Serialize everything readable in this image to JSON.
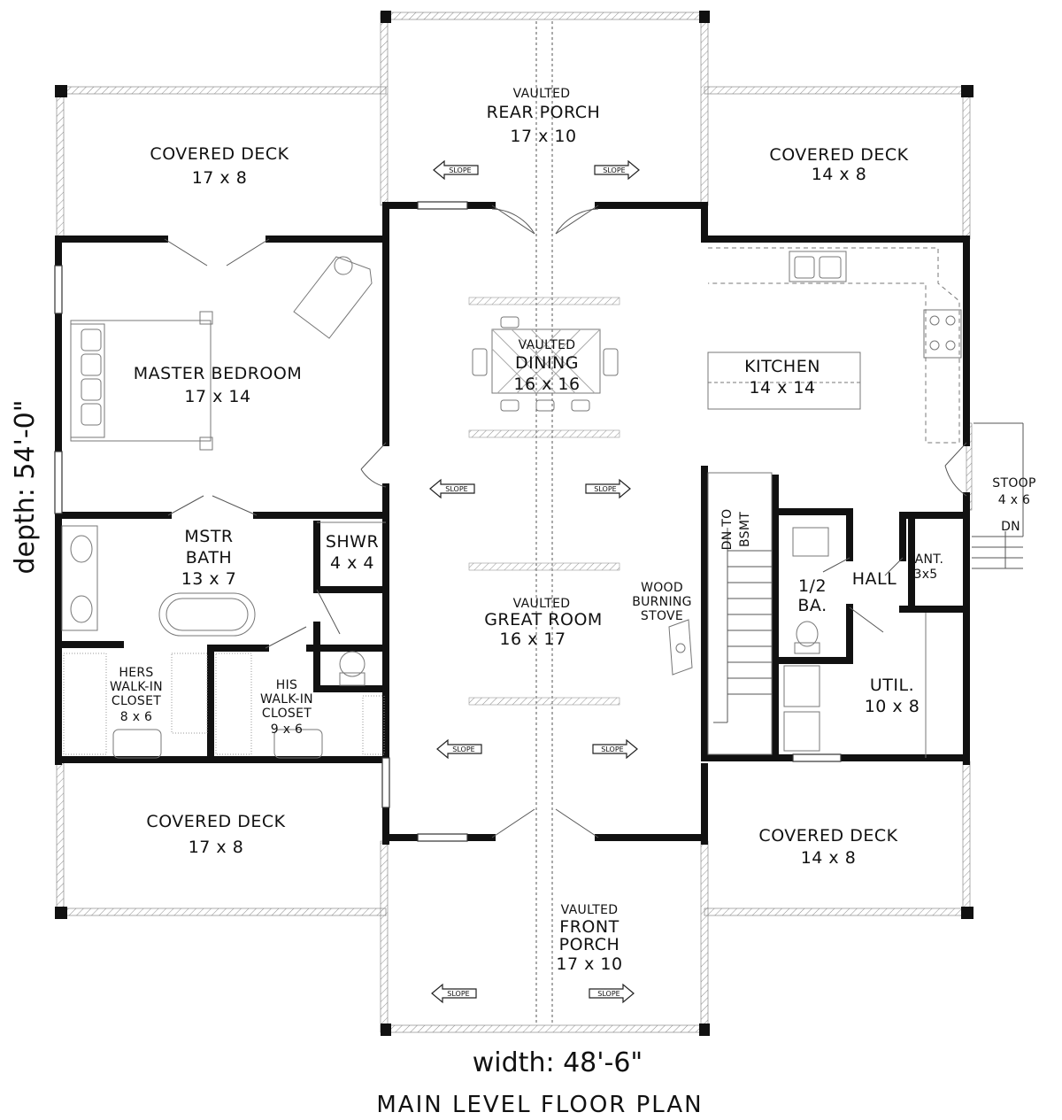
{
  "dimensions": {
    "width": "width: 48'-6\"",
    "depth": "depth: 54'-0\""
  },
  "title": "MAIN LEVEL FLOOR PLAN",
  "rooms": {
    "rear_porch": {
      "line1": "VAULTED",
      "line2": "REAR PORCH",
      "size": "17 x 10"
    },
    "deck_tl": {
      "name": "COVERED DECK",
      "size": "17 x 8"
    },
    "deck_tr": {
      "name": "COVERED DECK",
      "size": "14 x 8"
    },
    "master": {
      "name": "MASTER BEDROOM",
      "size": "17 x 14"
    },
    "dining": {
      "line1": "VAULTED",
      "line2": "DINING",
      "size": "16 x 16"
    },
    "kitchen": {
      "name": "KITCHEN",
      "size": "14 x 14"
    },
    "stoop": {
      "name": "STOOP",
      "size": "4 x 6",
      "dn": "DN"
    },
    "stairs": {
      "line1": "DN TO",
      "line2": "BSMT"
    },
    "mstr_bath": {
      "line1": "MSTR",
      "line2": "BATH",
      "size": "13 x 7"
    },
    "shwr": {
      "name": "SHWR",
      "size": "4 x 4"
    },
    "great": {
      "line1": "VAULTED",
      "line2": "GREAT ROOM",
      "size": "16 x  17"
    },
    "stove": {
      "line1": "WOOD",
      "line2": "BURNING",
      "line3": "STOVE"
    },
    "half_bath": {
      "line1": "1/2",
      "line2": "BA."
    },
    "hall": {
      "name": "HALL"
    },
    "pantry": {
      "name": "PANT.",
      "size": "3x5"
    },
    "util": {
      "name": "UTIL.",
      "size": "10 x 8"
    },
    "hers": {
      "line1": "HERS",
      "line2": "WALK-IN",
      "line3": "CLOSET",
      "size": "8 x 6"
    },
    "his": {
      "line1": "HIS",
      "line2": "WALK-IN",
      "line3": "CLOSET",
      "size": "9 x 6"
    },
    "deck_bl": {
      "name": "COVERED DECK",
      "size": "17 x 8"
    },
    "deck_br": {
      "name": "COVERED DECK",
      "size": "14 x 8"
    },
    "front_porch": {
      "line1": "VAULTED",
      "line2": "FRONT",
      "line3": "PORCH",
      "size": "17 x 10"
    }
  },
  "slope_label": "SLOPE",
  "colors": {
    "wall": "#111111",
    "hatch": "#9a9a9a",
    "line": "#555555"
  }
}
